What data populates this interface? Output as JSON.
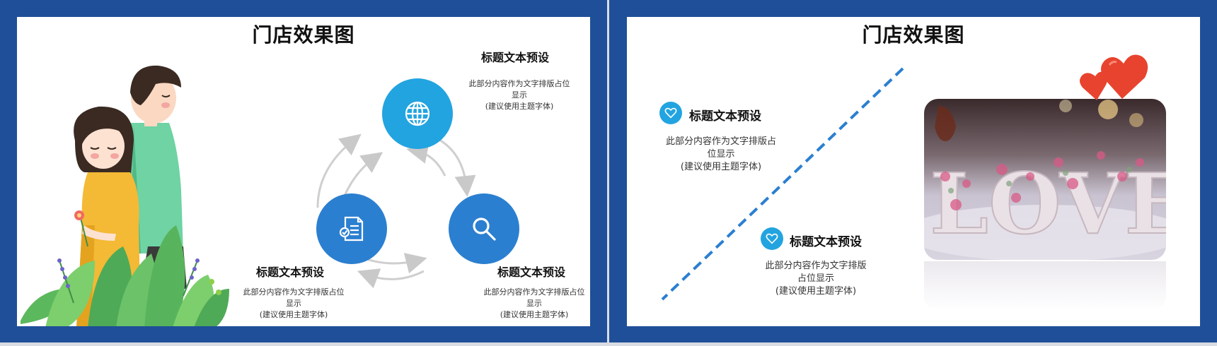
{
  "slide_left": {
    "title": "门店效果图",
    "items": [
      {
        "heading": "标题文本预设",
        "lines": [
          "此部分内容作为文字排版占位",
          "显示",
          "(建议使用主题字体)"
        ],
        "icon": "globe-icon"
      },
      {
        "heading": "标题文本预设",
        "lines": [
          "此部分内容作为文字排版占位",
          "显示",
          "(建议使用主题字体)"
        ],
        "icon": "document-check-icon"
      },
      {
        "heading": "标题文本预设",
        "lines": [
          "此部分内容作为文字排版占位",
          "显示",
          "(建议使用主题字体)"
        ],
        "icon": "search-icon"
      }
    ]
  },
  "slide_right": {
    "title": "门店效果图",
    "items": [
      {
        "heading": "标题文本预设",
        "lines": [
          "此部分内容作为文字排版占",
          "位显示",
          "(建议使用主题字体)"
        ],
        "icon": "heart-icon"
      },
      {
        "heading": "标题文本预设",
        "lines": [
          "此部分内容作为文字排版",
          "占位显示",
          "(建议使用主题字体)"
        ],
        "icon": "heart-icon"
      }
    ],
    "photo_word": "LOVE"
  },
  "colors": {
    "frame": "#1f4f99",
    "accent_light": "#22a4e0",
    "accent_dark": "#2b7fd0",
    "heart": "#e8432e"
  }
}
